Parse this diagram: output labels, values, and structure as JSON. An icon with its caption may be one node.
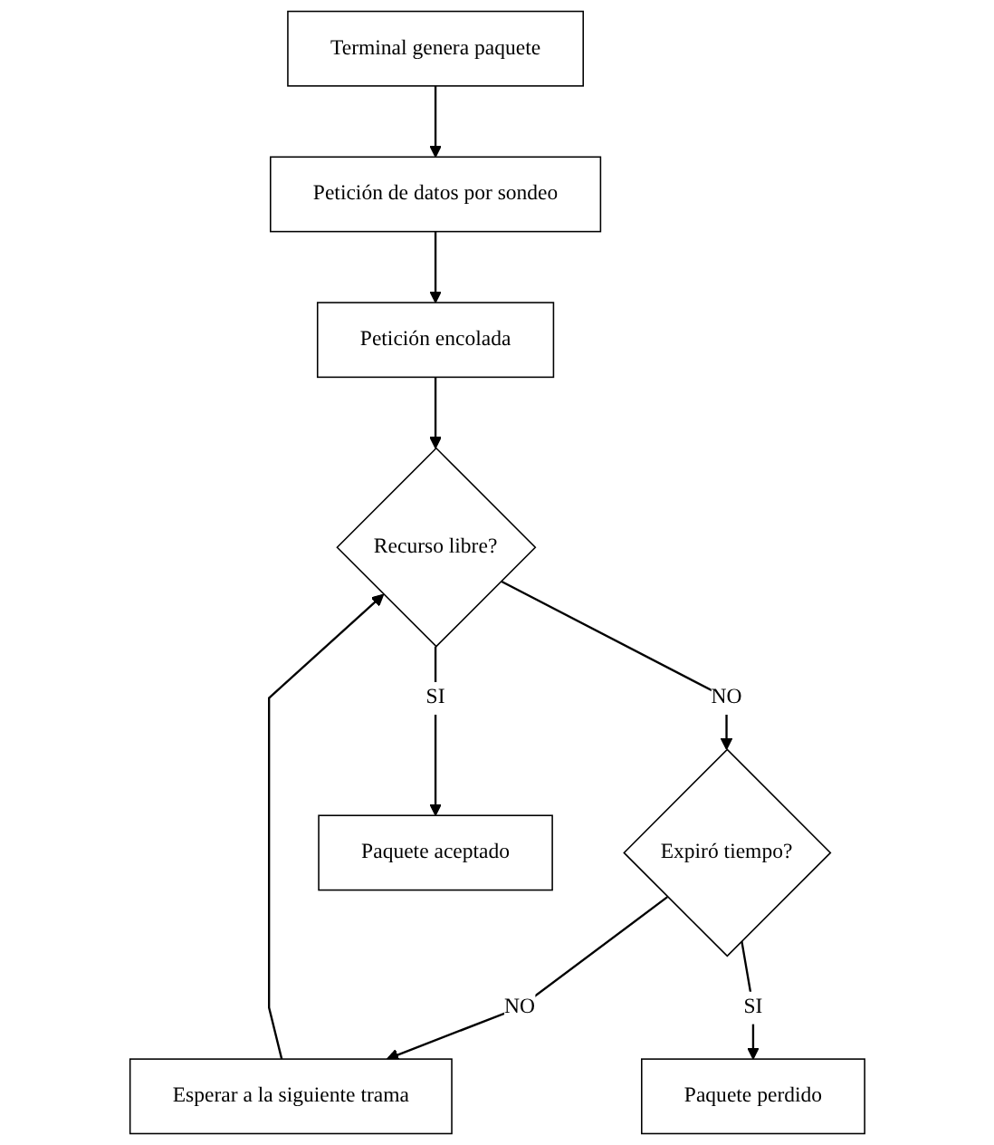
{
  "diagram": {
    "nodes": [
      {
        "text": [
          "Terminal genera paquete"
        ]
      },
      {
        "text": [
          "Petición de datos por sondeo"
        ]
      },
      {
        "text": [
          "Petición encolada"
        ]
      },
      {
        "text": [
          "Esperar a la siguiente trama"
        ]
      },
      {
        "text": [
          "Recurso libre?"
        ]
      },
      {
        "text": [
          "Expiró tiempo?"
        ]
      },
      {
        "text": [
          "Paquete aceptado"
        ]
      },
      {
        "text": [
          "Paquete perdido"
        ]
      }
    ],
    "edges": [
      {
        "from": 0,
        "to": 1,
        "arrow": "to"
      },
      {
        "from": 1,
        "to": 2,
        "arrow": "to"
      },
      {
        "from": 2,
        "to": 4,
        "arrow": "to"
      },
      {
        "from": 3,
        "to": 4,
        "arrow": "to"
      },
      {
        "from": 4,
        "to": 5,
        "label": "NO",
        "arrow": "to"
      },
      {
        "from": 4,
        "to": 6,
        "label": "SI",
        "arrow": "to"
      },
      {
        "from": 5,
        "to": 3,
        "label": "NO",
        "arrow": "to"
      },
      {
        "from": 5,
        "to": 7,
        "label": "SI",
        "arrow": "to"
      }
    ]
  }
}
